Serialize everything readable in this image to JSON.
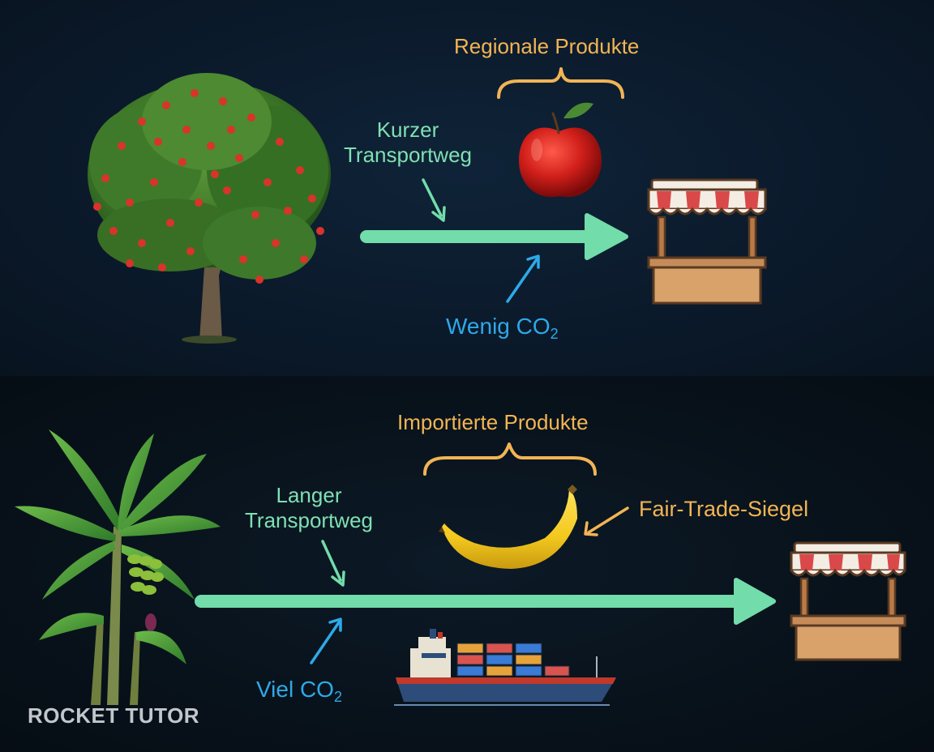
{
  "top": {
    "group_label": "Regionale Produkte",
    "route_label": "Kurzer\nTransportweg",
    "co2_prefix": "Wenig CO",
    "co2_sub": "2"
  },
  "bottom": {
    "group_label": "Importierte Produkte",
    "route_label": "Langer\nTransportweg",
    "co2_prefix": "Viel CO",
    "co2_sub": "2",
    "seal_label": "Fair-Trade-Siegel"
  },
  "logo": "ROCKET TUTOR",
  "colors": {
    "orange": "#f2b454",
    "mint": "#7fe0b3",
    "blue": "#2ea9e8"
  }
}
